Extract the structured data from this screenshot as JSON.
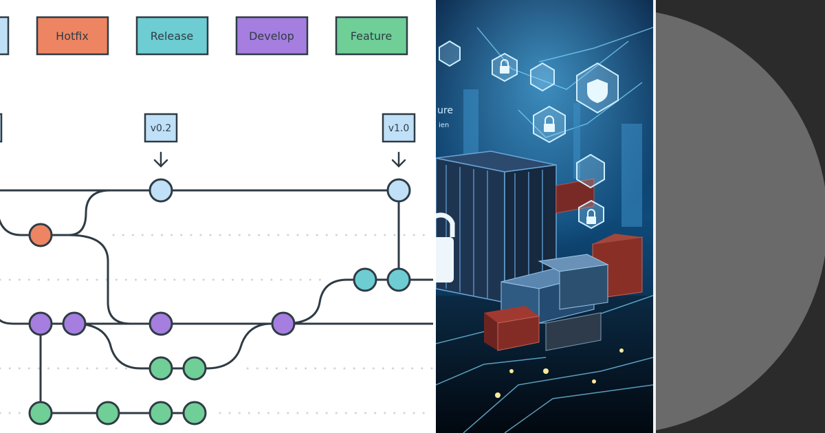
{
  "legend": {
    "items": [
      {
        "label": "",
        "color": "#bfe0f7"
      },
      {
        "label": "Hotfix",
        "color": "#ee8562"
      },
      {
        "label": "Release",
        "color": "#6dcdd3"
      },
      {
        "label": "Develop",
        "color": "#a57ee0"
      },
      {
        "label": "Feature",
        "color": "#6fcf97"
      }
    ]
  },
  "tags": [
    {
      "label": "v0.2"
    },
    {
      "label": "v1.0"
    }
  ],
  "colors": {
    "master": "#bfe0f7",
    "hotfix": "#ee8562",
    "release": "#6dcdd3",
    "develop": "#a57ee0",
    "feature": "#6fcf97",
    "stroke": "#2f3b44",
    "dashes": "#d0d4d8"
  },
  "illustration": {
    "overlay_text": [
      "ure",
      "ien"
    ]
  }
}
